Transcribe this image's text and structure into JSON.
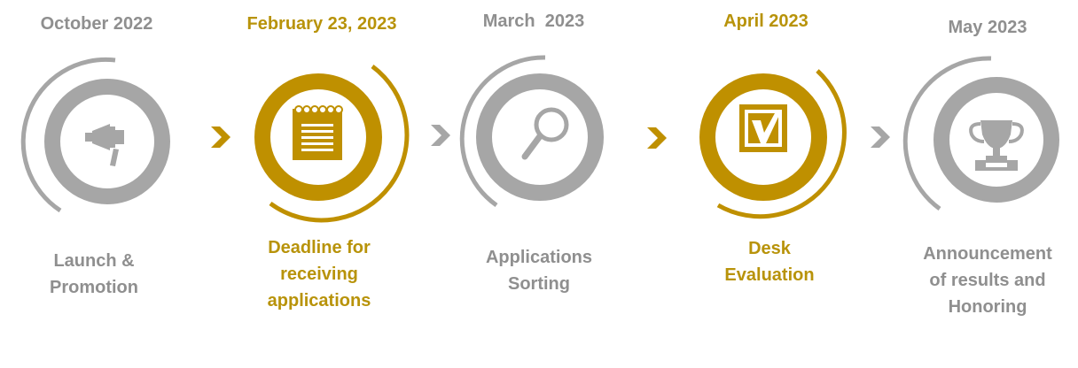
{
  "colors": {
    "gray": "#a6a6a6",
    "gold": "#bf9000",
    "gray_text": "#8f8f8f",
    "gold_text": "#b8930a"
  },
  "steps": [
    {
      "date": "October 2022",
      "label_lines": [
        "Launch &",
        "Promotion"
      ],
      "icon": "megaphone-icon",
      "theme": "gray"
    },
    {
      "date": "February 23, 2023",
      "label_lines": [
        "Deadline for",
        "receiving",
        "applications"
      ],
      "icon": "notepad-icon",
      "theme": "gold"
    },
    {
      "date": "March  2023",
      "label_lines": [
        "Applications",
        "Sorting"
      ],
      "icon": "magnifier-icon",
      "theme": "gray"
    },
    {
      "date": "April 2023",
      "label_lines": [
        "Desk",
        "Evaluation"
      ],
      "icon": "checkbox-icon",
      "theme": "gold"
    },
    {
      "date": "May 2023",
      "label_lines": [
        "Announcement",
        "of results and",
        "Honoring"
      ],
      "icon": "trophy-icon",
      "theme": "gray"
    }
  ]
}
